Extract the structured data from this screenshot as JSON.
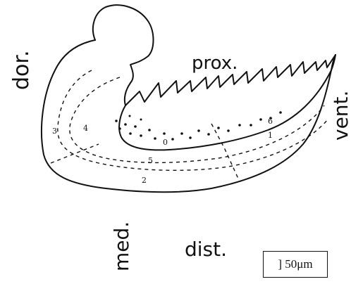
{
  "labels": {
    "dor": "dor.",
    "prox": "prox.",
    "vent": "vent.",
    "med": "med.",
    "dist": "dist."
  },
  "regions": [
    "0",
    "1",
    "2",
    "3",
    "4",
    "5",
    "6"
  ],
  "scale_bar": "] 50μm"
}
